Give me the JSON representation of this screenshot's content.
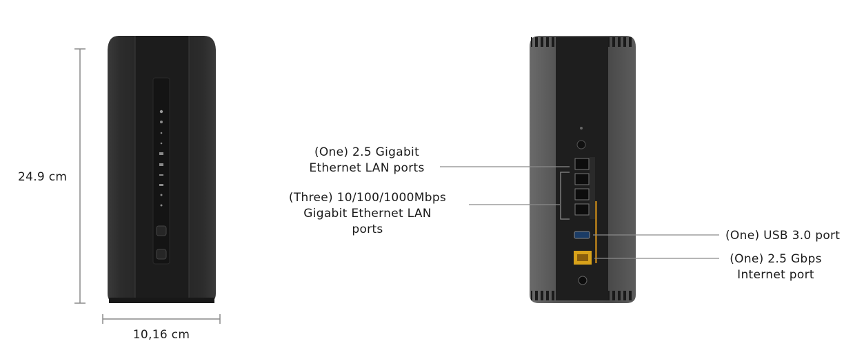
{
  "dimensions": {
    "height": "24.9 cm",
    "width": "10,16 cm"
  },
  "callouts": {
    "lan_2_5g": [
      "(One) 2.5 Gigabit",
      "Ethernet LAN ports"
    ],
    "lan_1g": [
      "(Three) 10/100/1000Mbps",
      "Gigabit Ethernet LAN",
      "ports"
    ],
    "usb": [
      "(One) USB 3.0 port"
    ],
    "internet": [
      "(One) 2.5 Gbps",
      "Internet port"
    ]
  },
  "colors": {
    "router_body": "#2f2f2f",
    "router_front_panel": "#1e1e1e",
    "router_side": "#5a5a5a",
    "leader_line": "#8a8a8a",
    "internet_port": "#d8a21a"
  }
}
